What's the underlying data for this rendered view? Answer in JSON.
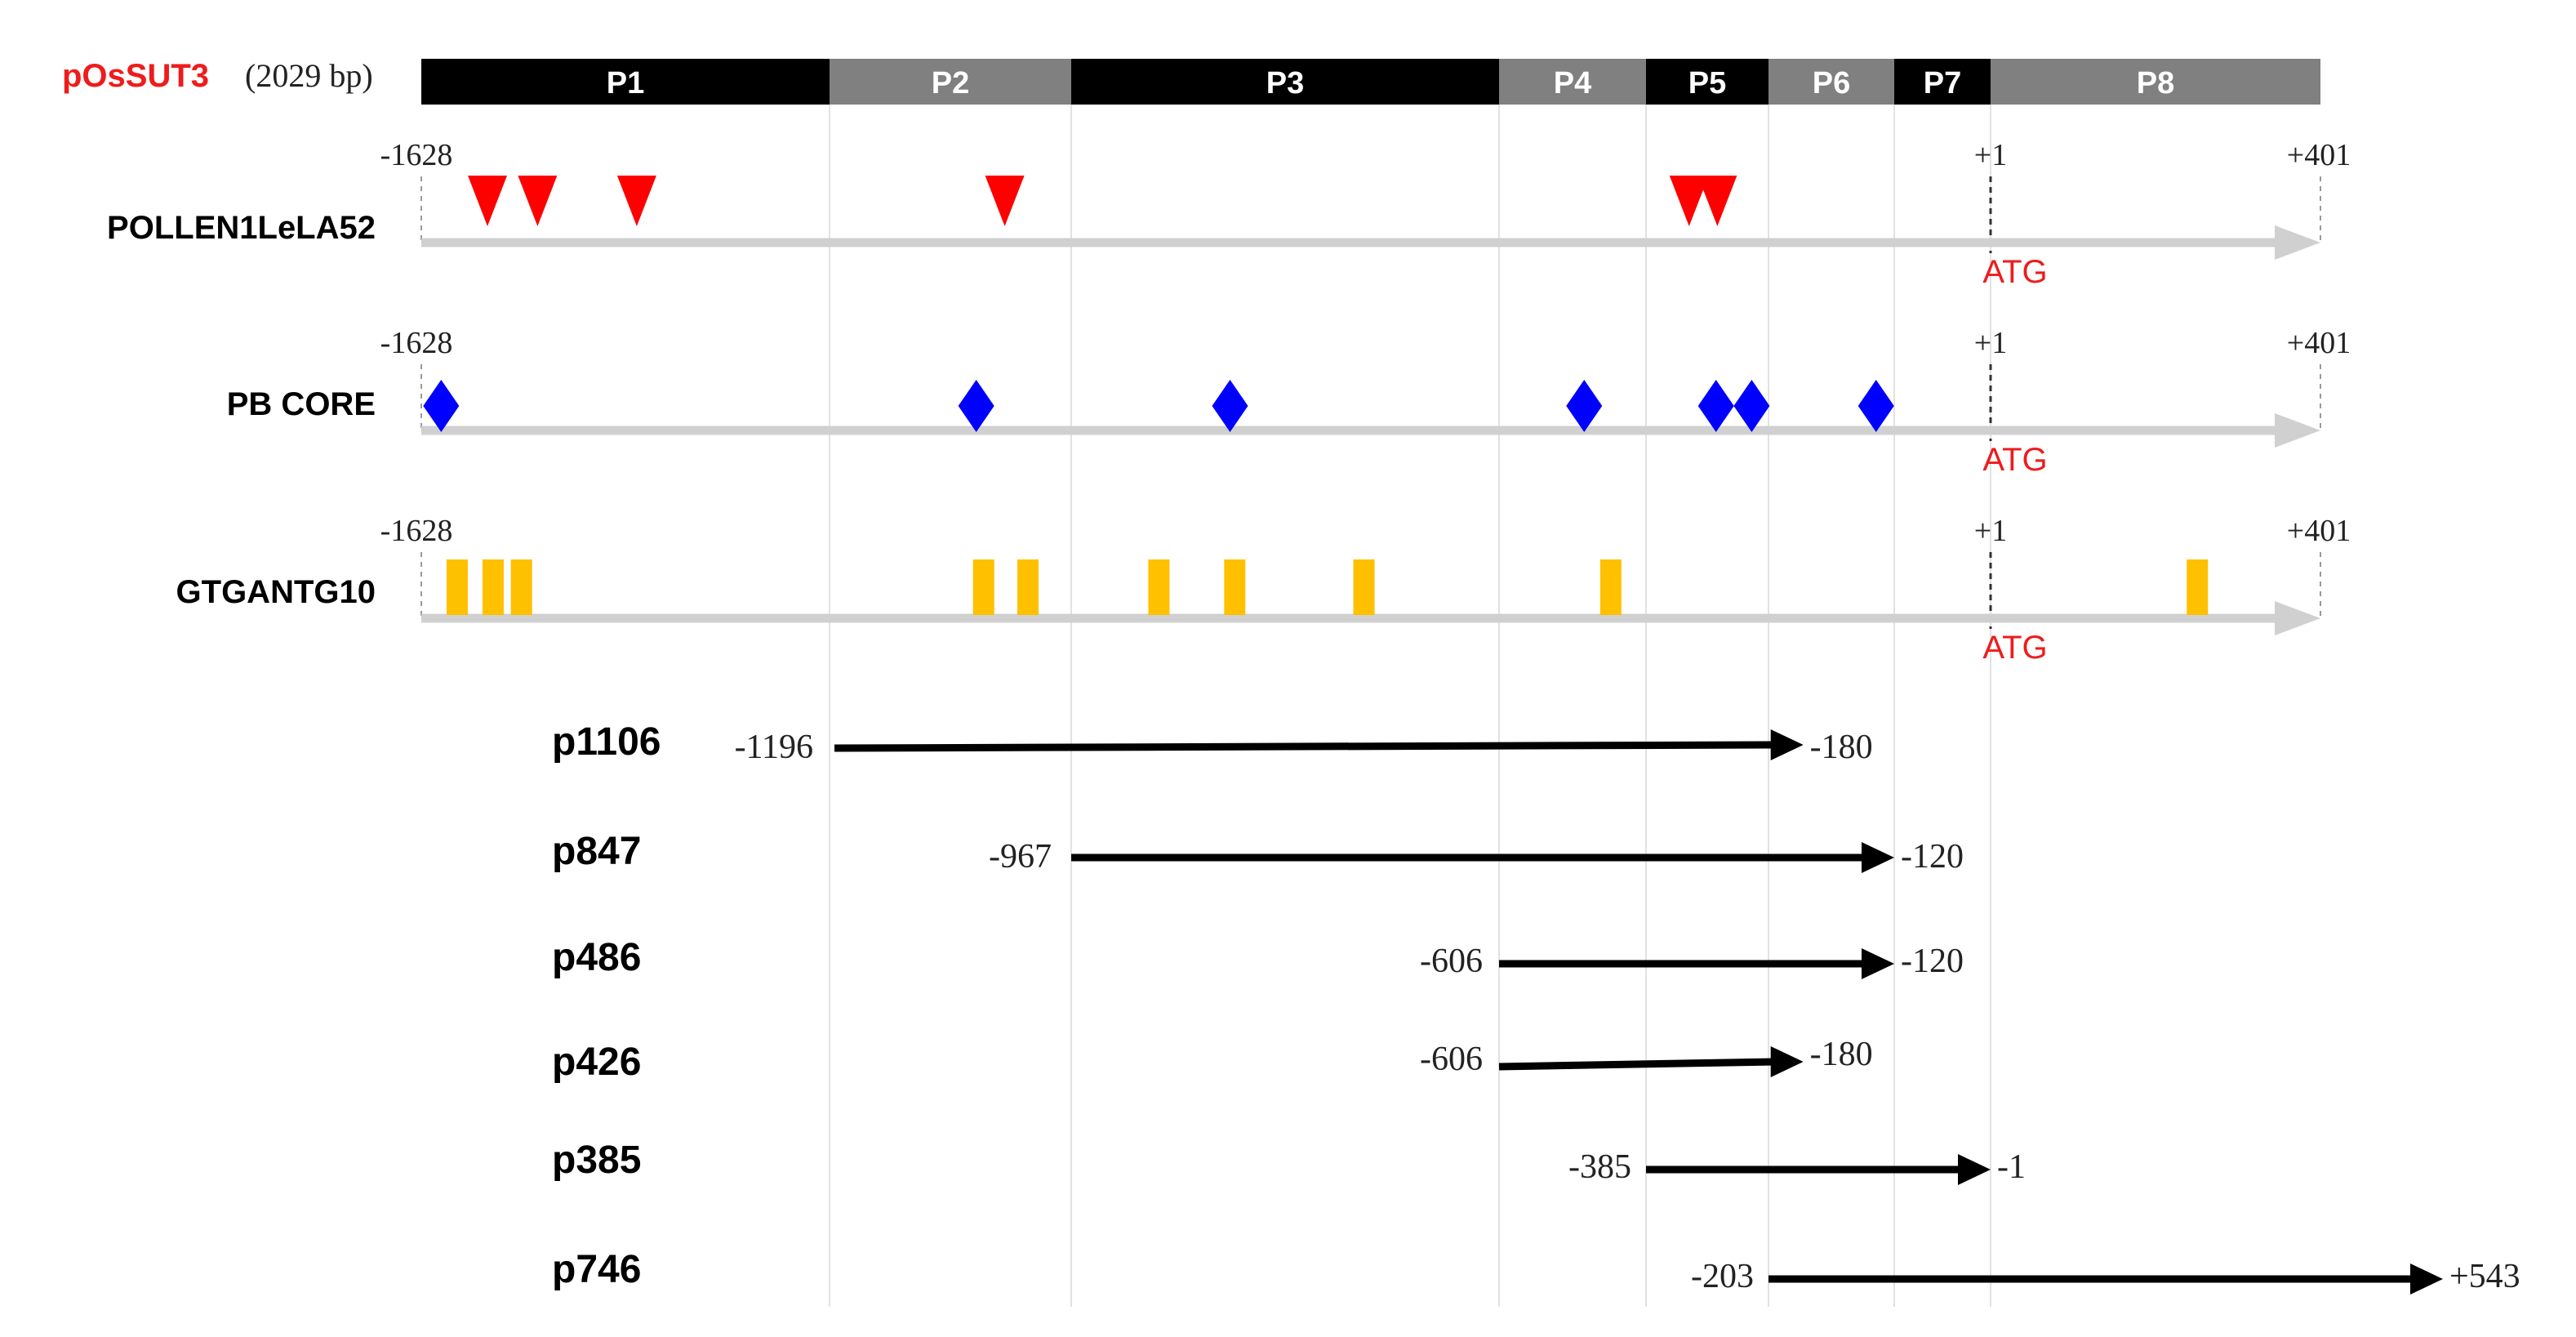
{
  "header": {
    "name": "pOsSUT3",
    "length_text": "(2029 bp)",
    "name_color": "#ee1c1c"
  },
  "segments": [
    {
      "label": "P1",
      "start": -1628,
      "end": -1196,
      "color": "#000000"
    },
    {
      "label": "P2",
      "start": -1196,
      "end": -967,
      "color": "#808080"
    },
    {
      "label": "P3",
      "start": -967,
      "end": -606,
      "color": "#000000"
    },
    {
      "label": "P4",
      "start": -606,
      "end": -385,
      "color": "#808080"
    },
    {
      "label": "P5",
      "start": -385,
      "end": -203,
      "color": "#000000"
    },
    {
      "label": "P6",
      "start": -203,
      "end": -120,
      "color": "#808080"
    },
    {
      "label": "P7",
      "start": -120,
      "end": -1,
      "color": "#000000"
    },
    {
      "label": "P8",
      "start": -1,
      "end": 401,
      "color": "#808080"
    }
  ],
  "tracks": [
    {
      "name": "POLLEN1LeLA52",
      "start_label": "-1628",
      "tss_label": "+1",
      "end_label": "+401",
      "atg_label": "ATG",
      "marker_shape": "triangle-down",
      "marker_color": "#ff0000",
      "sites": [
        -1558,
        -1505,
        -1400,
        -1030,
        -321,
        -279
      ]
    },
    {
      "name": "PB CORE",
      "start_label": "-1628",
      "tss_label": "+1",
      "end_label": "+401",
      "atg_label": "ATG",
      "marker_shape": "diamond",
      "marker_color": "#0000ff",
      "sites": [
        -1607,
        -1057,
        -833,
        -478,
        -281,
        -228,
        -132
      ]
    },
    {
      "name": "GTGANTG10",
      "start_label": "-1628",
      "tss_label": "+1",
      "end_label": "+401",
      "atg_label": "ATG",
      "marker_shape": "bar",
      "marker_color": "#ffc000",
      "sites": [
        -1590,
        -1552,
        -1522,
        -1050,
        -1008,
        -893,
        -829,
        -720,
        -438,
        251
      ]
    }
  ],
  "constructs": [
    {
      "name": "p1106",
      "start": -1196,
      "end": -180,
      "start_label": "-1196",
      "end_label": "-180"
    },
    {
      "name": "p847",
      "start": -967,
      "end": -120,
      "start_label": "-967",
      "end_label": "-120"
    },
    {
      "name": "p486",
      "start": -606,
      "end": -120,
      "start_label": "-606",
      "end_label": "-120"
    },
    {
      "name": "p426",
      "start": -606,
      "end": -180,
      "start_label": "-606",
      "end_label": "-180"
    },
    {
      "name": "p385",
      "start": -385,
      "end": -1,
      "start_label": "-385",
      "end_label": "-1"
    },
    {
      "name": "p746",
      "start": -203,
      "end": 543,
      "start_label": "-203",
      "end_label": "+543"
    }
  ],
  "colors": {
    "axis": "#d0d0d0",
    "atg": "#ee1c1c",
    "guide": "#e2e2e2",
    "arrow": "#000000"
  }
}
